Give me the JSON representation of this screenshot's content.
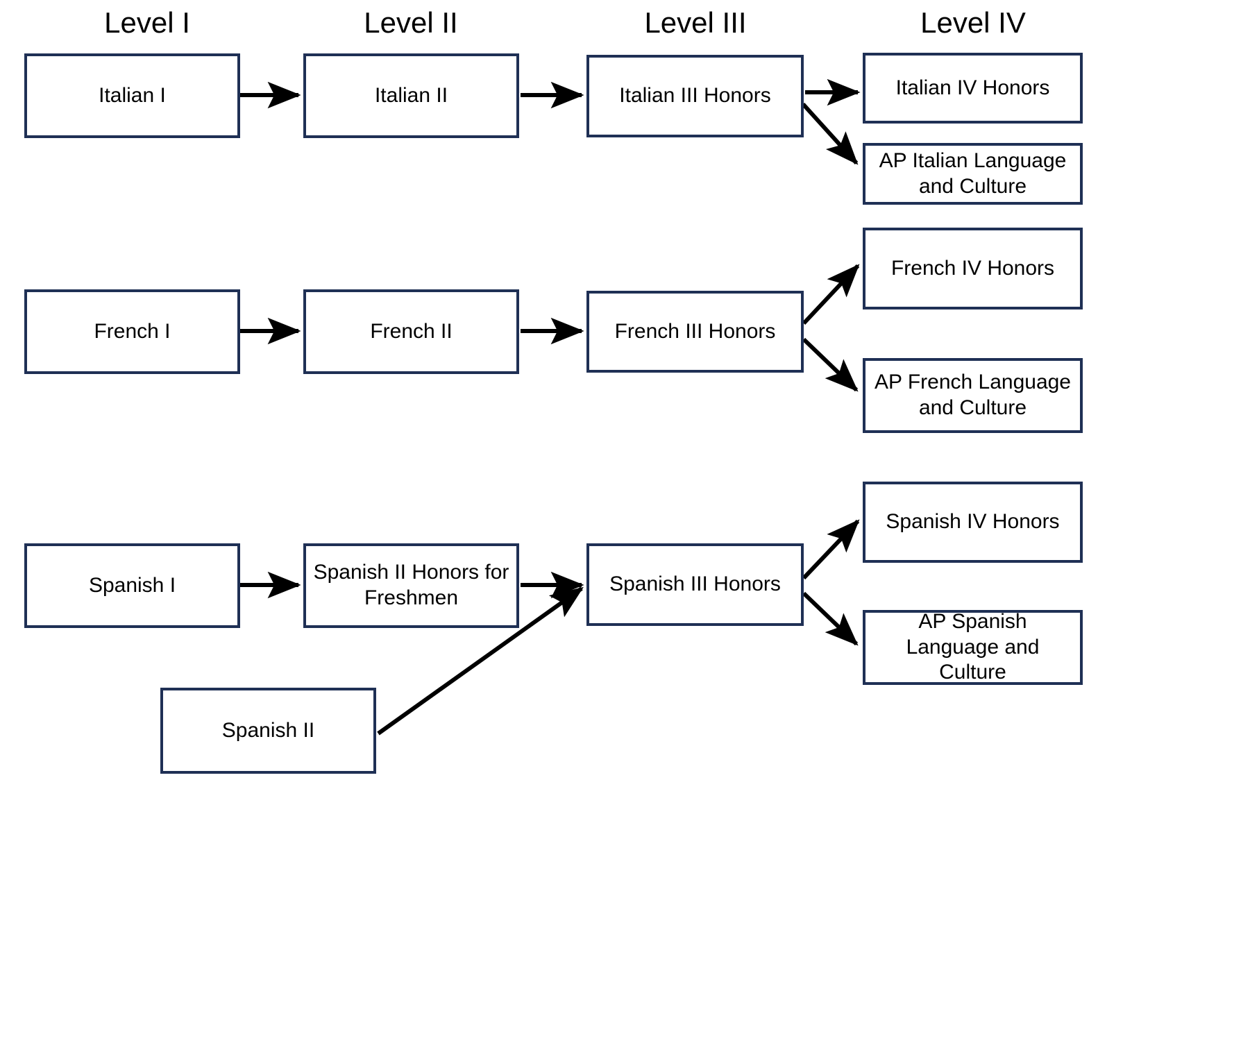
{
  "diagram": {
    "title_columns": [
      {
        "id": "level-1",
        "label": "Level I"
      },
      {
        "id": "level-2",
        "label": "Level II"
      },
      {
        "id": "level-3",
        "label": "Level III"
      },
      {
        "id": "level-4",
        "label": "Level IV"
      }
    ],
    "accent_color": "#1F3055",
    "background_color": "#FFFFFF",
    "arrow_color": "#000000",
    "nodes": [
      {
        "id": "italian-1",
        "label": "Italian I"
      },
      {
        "id": "italian-2",
        "label": "Italian II"
      },
      {
        "id": "italian-3-honors",
        "label": "Italian III Honors"
      },
      {
        "id": "italian-4-honors",
        "label": "Italian IV Honors"
      },
      {
        "id": "ap-italian",
        "label": "AP Italian Language and Culture"
      },
      {
        "id": "french-1",
        "label": "French I"
      },
      {
        "id": "french-2",
        "label": "French II"
      },
      {
        "id": "french-3-honors",
        "label": "French III Honors"
      },
      {
        "id": "french-4-honors",
        "label": "French IV Honors"
      },
      {
        "id": "ap-french",
        "label": "AP French Language and Culture"
      },
      {
        "id": "spanish-1",
        "label": "Spanish I"
      },
      {
        "id": "spanish-2-honors-fr",
        "label": "Spanish II Honors for Freshmen"
      },
      {
        "id": "spanish-3-honors",
        "label": "Spanish III Honors"
      },
      {
        "id": "spanish-4-honors",
        "label": "Spanish IV Honors"
      },
      {
        "id": "ap-spanish",
        "label": "AP Spanish Language and Culture"
      },
      {
        "id": "spanish-2",
        "label": "Spanish II"
      }
    ],
    "edges": [
      {
        "from": "italian-1",
        "to": "italian-2"
      },
      {
        "from": "italian-2",
        "to": "italian-3-honors"
      },
      {
        "from": "italian-3-honors",
        "to": "italian-4-honors"
      },
      {
        "from": "italian-3-honors",
        "to": "ap-italian"
      },
      {
        "from": "french-1",
        "to": "french-2"
      },
      {
        "from": "french-2",
        "to": "french-3-honors"
      },
      {
        "from": "french-3-honors",
        "to": "french-4-honors"
      },
      {
        "from": "french-3-honors",
        "to": "ap-french"
      },
      {
        "from": "spanish-1",
        "to": "spanish-2-honors-fr"
      },
      {
        "from": "spanish-2-honors-fr",
        "to": "spanish-3-honors"
      },
      {
        "from": "spanish-2",
        "to": "spanish-3-honors"
      },
      {
        "from": "spanish-3-honors",
        "to": "spanish-4-honors"
      },
      {
        "from": "spanish-3-honors",
        "to": "ap-spanish"
      }
    ]
  }
}
